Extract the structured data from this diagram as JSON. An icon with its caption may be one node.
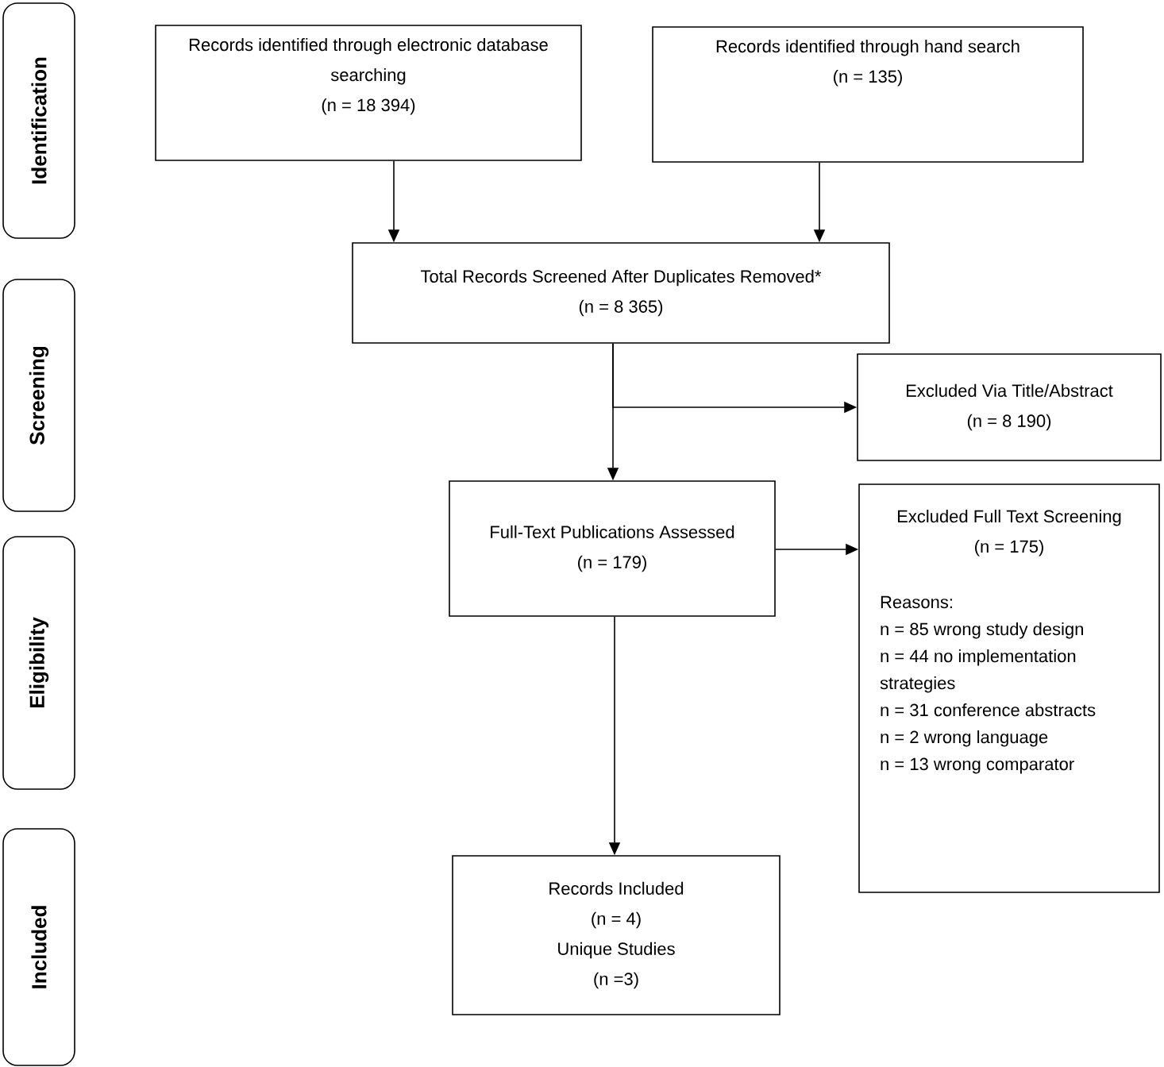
{
  "diagram": {
    "nodes": [
      {
        "text": [
          "Identification"
        ]
      },
      {
        "text": [
          "Screening"
        ]
      },
      {
        "text": [
          "Eligibility"
        ]
      },
      {
        "text": [
          "Included"
        ]
      },
      {
        "text": [
          "Records identified through electronic database searching",
          "(n = 18 394)"
        ]
      },
      {
        "text": [
          "Records identified through hand search",
          "(n = 135)"
        ]
      },
      {
        "text": [
          "Total Records Screened After Duplicates Removed*",
          "(n = 8 365)"
        ]
      },
      {
        "text": [
          "Excluded Via Title/Abstract",
          "(n = 8 190)"
        ]
      },
      {
        "text": [
          "Full-Text Publications Assessed",
          "(n = 179)"
        ]
      },
      {
        "text": [
          "Excluded Full Text Screening",
          "(n = 175)",
          "Reasons:",
          "n = 85 wrong study design",
          "n = 44 no implementation strategies",
          "n = 31 conference abstracts",
          "n = 2 wrong language",
          "n = 13 wrong comparator"
        ]
      },
      {
        "text": [
          "Records Included",
          "(n = 4)",
          "Unique Studies",
          "(n =3)"
        ]
      }
    ],
    "edges": [
      {
        "from": 4,
        "to": 6,
        "arrow": "to"
      },
      {
        "from": 5,
        "to": 6,
        "arrow": "to"
      },
      {
        "from": 6,
        "to": 8,
        "arrow": "to"
      },
      {
        "from": 6,
        "to": 7,
        "arrow": "to"
      },
      {
        "from": 8,
        "to": 9,
        "arrow": "to"
      },
      {
        "from": 8,
        "to": 10,
        "arrow": "to"
      }
    ]
  }
}
